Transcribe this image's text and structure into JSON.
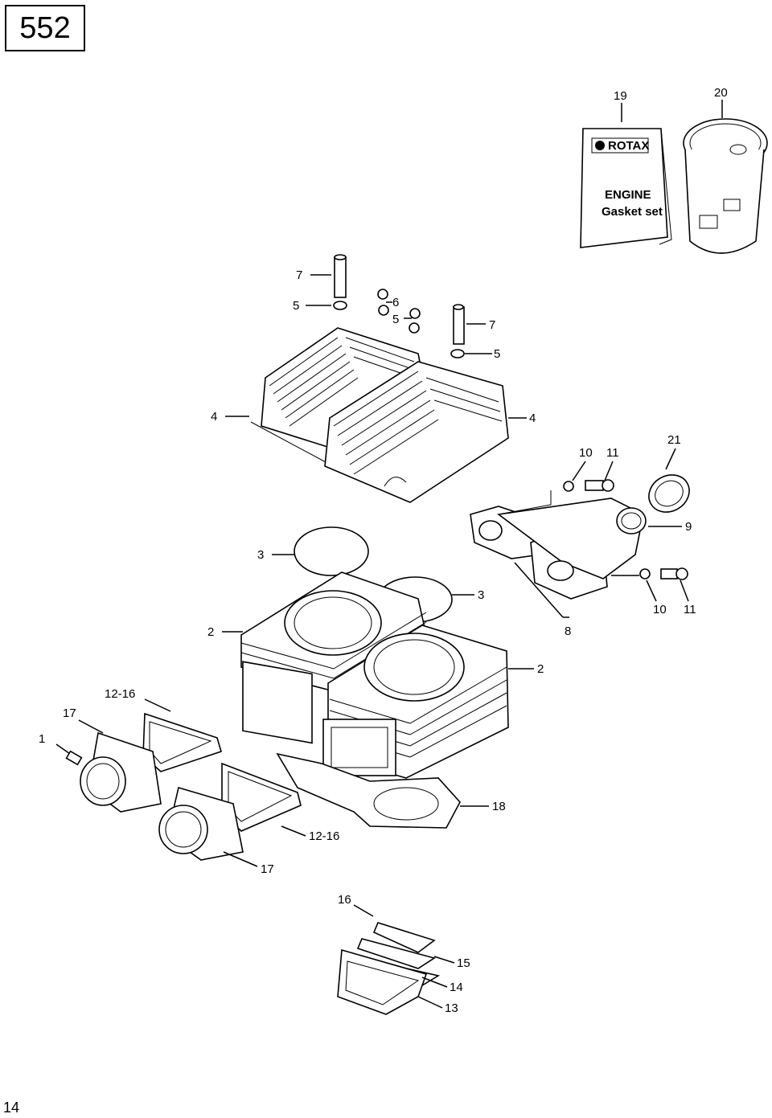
{
  "header": {
    "model": "552"
  },
  "footer": {
    "page_number": "14"
  },
  "kit": {
    "brand": "ROTAX",
    "line1": "ENGINE",
    "line2": "Gasket set"
  },
  "callouts": [
    {
      "id": "c19",
      "text": "19"
    },
    {
      "id": "c20",
      "text": "20"
    },
    {
      "id": "c7a",
      "text": "7"
    },
    {
      "id": "c5a",
      "text": "5"
    },
    {
      "id": "c6",
      "text": "6"
    },
    {
      "id": "c5b",
      "text": "5"
    },
    {
      "id": "c7b",
      "text": "7"
    },
    {
      "id": "c5c",
      "text": "5"
    },
    {
      "id": "c4a",
      "text": "4"
    },
    {
      "id": "c4b",
      "text": "4"
    },
    {
      "id": "c10a",
      "text": "10"
    },
    {
      "id": "c11a",
      "text": "11"
    },
    {
      "id": "c21",
      "text": "21"
    },
    {
      "id": "c9",
      "text": "9"
    },
    {
      "id": "c3a",
      "text": "3"
    },
    {
      "id": "c3b",
      "text": "3"
    },
    {
      "id": "c10b",
      "text": "10"
    },
    {
      "id": "c11b",
      "text": "11"
    },
    {
      "id": "c8",
      "text": "8"
    },
    {
      "id": "c2a",
      "text": "2"
    },
    {
      "id": "c2b",
      "text": "2"
    },
    {
      "id": "c1216a",
      "text": "12-16"
    },
    {
      "id": "c17a",
      "text": "17"
    },
    {
      "id": "c18",
      "text": "18"
    },
    {
      "id": "c1",
      "text": "1"
    },
    {
      "id": "c1216b",
      "text": "12-16"
    },
    {
      "id": "c17b",
      "text": "17"
    },
    {
      "id": "c16",
      "text": "16"
    },
    {
      "id": "c15",
      "text": "15"
    },
    {
      "id": "c14",
      "text": "14"
    },
    {
      "id": "c13",
      "text": "13"
    }
  ]
}
